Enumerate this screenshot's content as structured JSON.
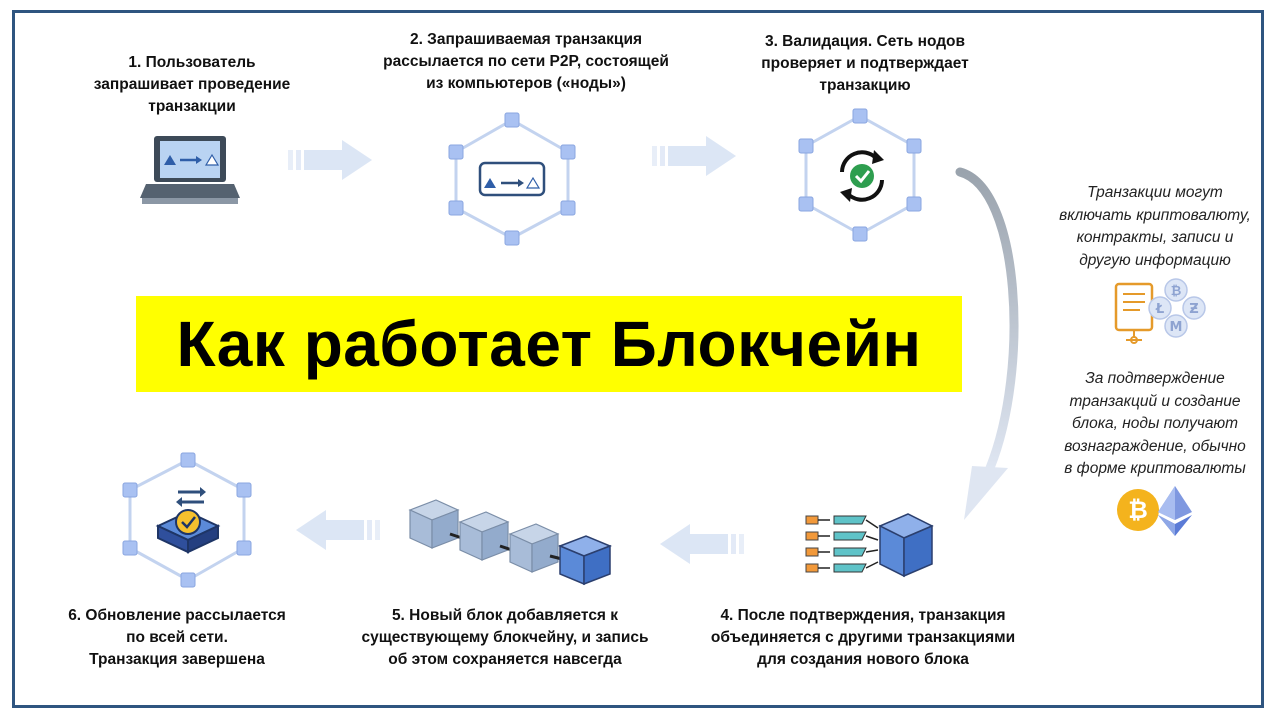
{
  "title": "Как работает Блокчейн",
  "steps": [
    {
      "line1": "1. Пользователь",
      "line2": "запрашивает проведение",
      "line3": "транзакции"
    },
    {
      "line1": "2. Запрашиваемая транзакция",
      "line2": "рассылается по сети P2P, состоящей",
      "line3": "из компьютеров («ноды»)"
    },
    {
      "line1": "3. Валидация. Сеть нодов",
      "line2": "проверяет и подтверждает",
      "line3": "транзакцию"
    },
    {
      "line1": "4. После подтверждения, транзакция",
      "line2": "объединяется с другими транзакциями",
      "line3": "для создания нового блока"
    },
    {
      "line1": "5. Новый блок добавляется к",
      "line2": "существующему блокчейну, и запись",
      "line3": "об этом сохраняется навсегда"
    },
    {
      "line1": "6. Обновление рассылается",
      "line2": "по всей сети.",
      "line3": "Транзакция завершена"
    }
  ],
  "notes": {
    "transactions": [
      "Транзакции могут",
      "включать криптовалюту,",
      "контракты, записи и",
      "другую информацию"
    ],
    "reward": [
      "За подтверждение",
      "транзакций и создание",
      "блока, ноды получают",
      "вознаграждение, обычно",
      "в форме криптовалюты"
    ]
  },
  "icons": {
    "laptop": "laptop-icon",
    "network": "network-hexagon-icon",
    "sync": "sync-check-icon",
    "block": "cube-block-icon",
    "chain": "blockchain-icon",
    "bitcoin": "bitcoin-icon",
    "ethereum": "ethereum-icon",
    "contract": "contract-crypto-icon"
  },
  "colors": {
    "frame": "#2f5580",
    "title_bg": "#ffff00",
    "node": "#a9c1f2",
    "arrow": "#dce6f5",
    "cube_front": "#5b8ad8",
    "bitcoin": "#f4b31d",
    "ethereum": "#5b7bd6"
  }
}
